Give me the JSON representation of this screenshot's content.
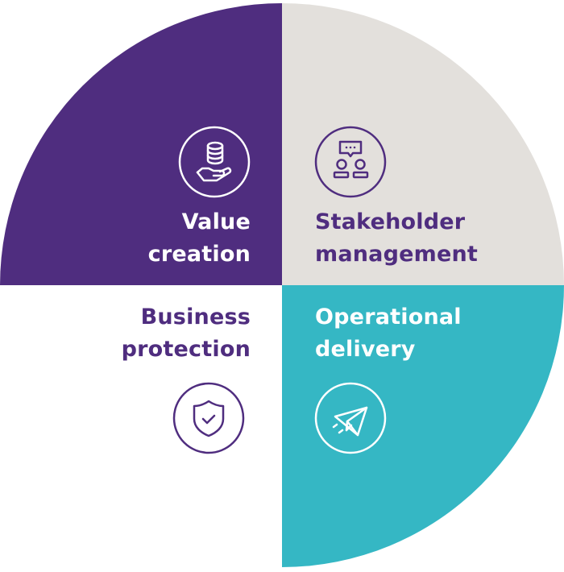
{
  "colors": {
    "purple": "#4f2d7f",
    "grey": "#e3e0dc",
    "teal": "#35b7c4",
    "white": "#ffffff"
  },
  "quadrants": [
    {
      "id": "value-creation",
      "position": "top-left",
      "line1": "Value",
      "line2": "creation",
      "icon": "coins-in-hand-icon",
      "fill": "#4f2d7f",
      "text_color": "#ffffff"
    },
    {
      "id": "stakeholder-management",
      "position": "top-right",
      "line1": "Stakeholder",
      "line2": "management",
      "icon": "people-chat-icon",
      "fill": "#e3e0dc",
      "text_color": "#4f2d7f"
    },
    {
      "id": "business-protection",
      "position": "bottom-left",
      "line1": "Business",
      "line2": "protection",
      "icon": "shield-check-icon",
      "fill": "#ffffff",
      "text_color": "#4f2d7f"
    },
    {
      "id": "operational-delivery",
      "position": "bottom-right",
      "line1": "Operational",
      "line2": "delivery",
      "icon": "paper-plane-icon",
      "fill": "#35b7c4",
      "text_color": "#ffffff"
    }
  ]
}
